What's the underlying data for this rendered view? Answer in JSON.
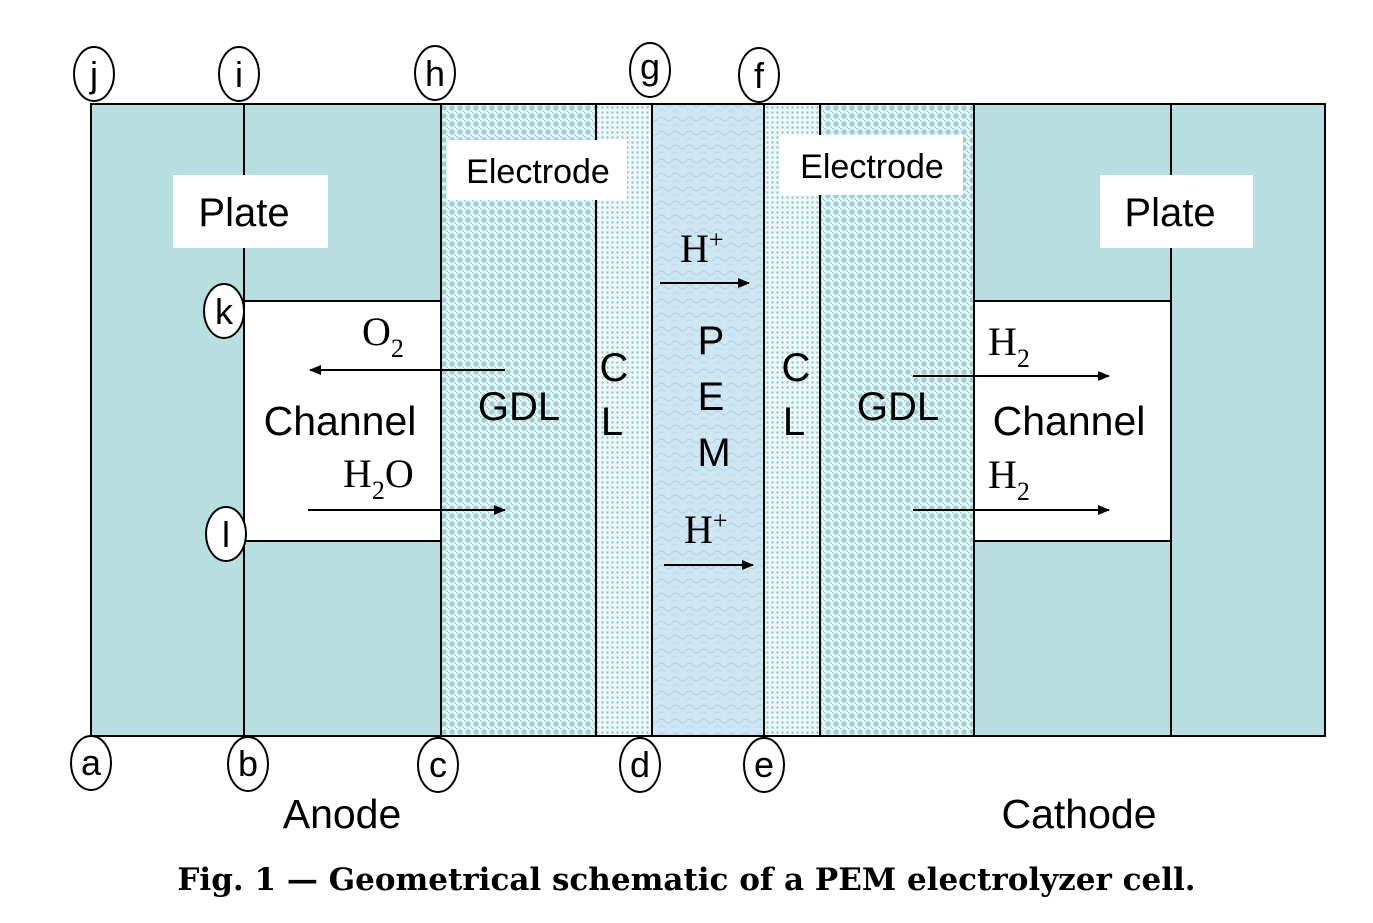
{
  "colors": {
    "plate": "#b7dfe2",
    "gdl": "#bfe4e6",
    "pem": "#cfe6f3",
    "channel": "#ffffff",
    "line": "#000000"
  },
  "points": {
    "j": "j",
    "i": "i",
    "h": "h",
    "g": "g",
    "f": "f",
    "a": "a",
    "b": "b",
    "c": "c",
    "d": "d",
    "e": "e",
    "k": "k",
    "l": "l"
  },
  "labels": {
    "plate_left": "Plate",
    "plate_right": "Plate",
    "electrode_left": "Electrode",
    "electrode_right": "Electrode",
    "channel_left": "Channel",
    "channel_right": "Channel",
    "gdl_left": "GDL",
    "gdl_right": "GDL",
    "cl_left": [
      "C",
      "L"
    ],
    "cl_right": [
      "C",
      "L"
    ],
    "pem": [
      "P",
      "E",
      "M"
    ],
    "anode": "Anode",
    "cathode": "Cathode"
  },
  "species": {
    "o2": {
      "base": "O",
      "sub": "2"
    },
    "h2o": {
      "base": "H",
      "sub": "2",
      "tail": "O"
    },
    "h2_top": {
      "base": "H",
      "sub": "2"
    },
    "h2_bottom": {
      "base": "H",
      "sub": "2"
    },
    "hplus_top": {
      "base": "H",
      "sup": "+"
    },
    "hplus_bottom": {
      "base": "H",
      "sup": "+"
    }
  },
  "caption": "Fig. 1 — Geometrical schematic of a PEM electrolyzer cell."
}
